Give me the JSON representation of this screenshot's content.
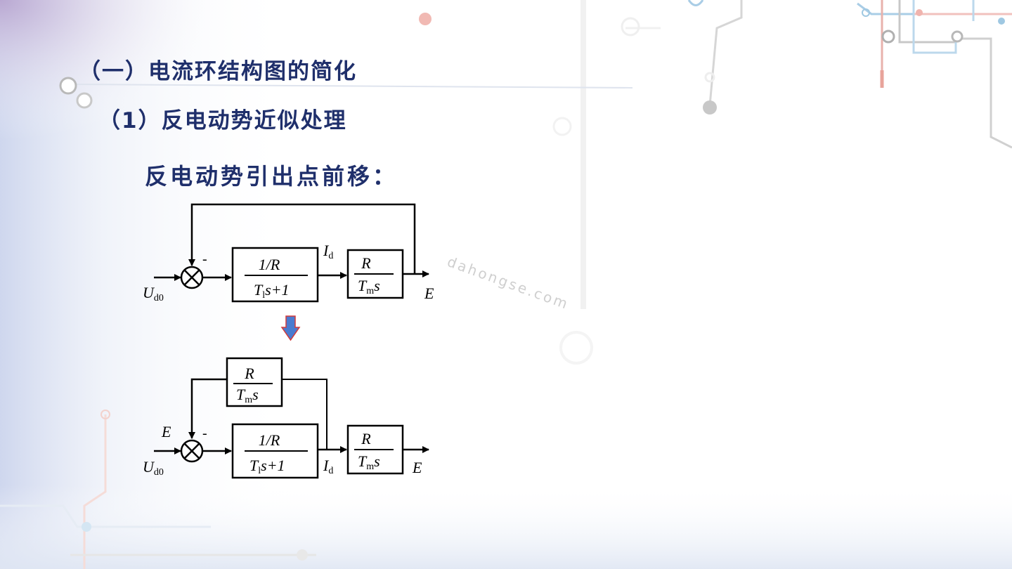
{
  "slide": {
    "heading_main": "（一）电流环结构图的简化",
    "heading_sub": "（1）反电动势近似处理",
    "heading_step": "反电动势引出点前移："
  },
  "watermark": "dahongse.com",
  "diagram_top": {
    "input_label": "U",
    "input_sub": "d0",
    "minus_sign": "-",
    "block1": {
      "num": "1/R",
      "den_T": "T",
      "den_sub": "l",
      "den_rest": "s+1"
    },
    "block2": {
      "num": "R",
      "den_T": "T",
      "den_sub": "m",
      "den_rest": "s"
    },
    "current_label": "I",
    "current_sub": "d",
    "output_label": "E"
  },
  "diagram_bottom": {
    "input_label": "U",
    "input_sub": "d0",
    "feedback_input_label": "E",
    "minus_sign": "-",
    "feedback_block": {
      "num": "R",
      "den_T": "T",
      "den_sub": "m",
      "den_rest": "s"
    },
    "block1": {
      "num": "1/R",
      "den_T": "T",
      "den_sub": "l",
      "den_rest": "s+1"
    },
    "block2": {
      "num": "R",
      "den_T": "T",
      "den_sub": "m",
      "den_rest": "s"
    },
    "current_label": "I",
    "current_sub": "d",
    "output_label": "E"
  },
  "colors": {
    "heading": "#1f2f6b",
    "arrow_fill": "#4a7bd0",
    "arrow_stroke": "#d23a3a",
    "line": "#000000"
  }
}
